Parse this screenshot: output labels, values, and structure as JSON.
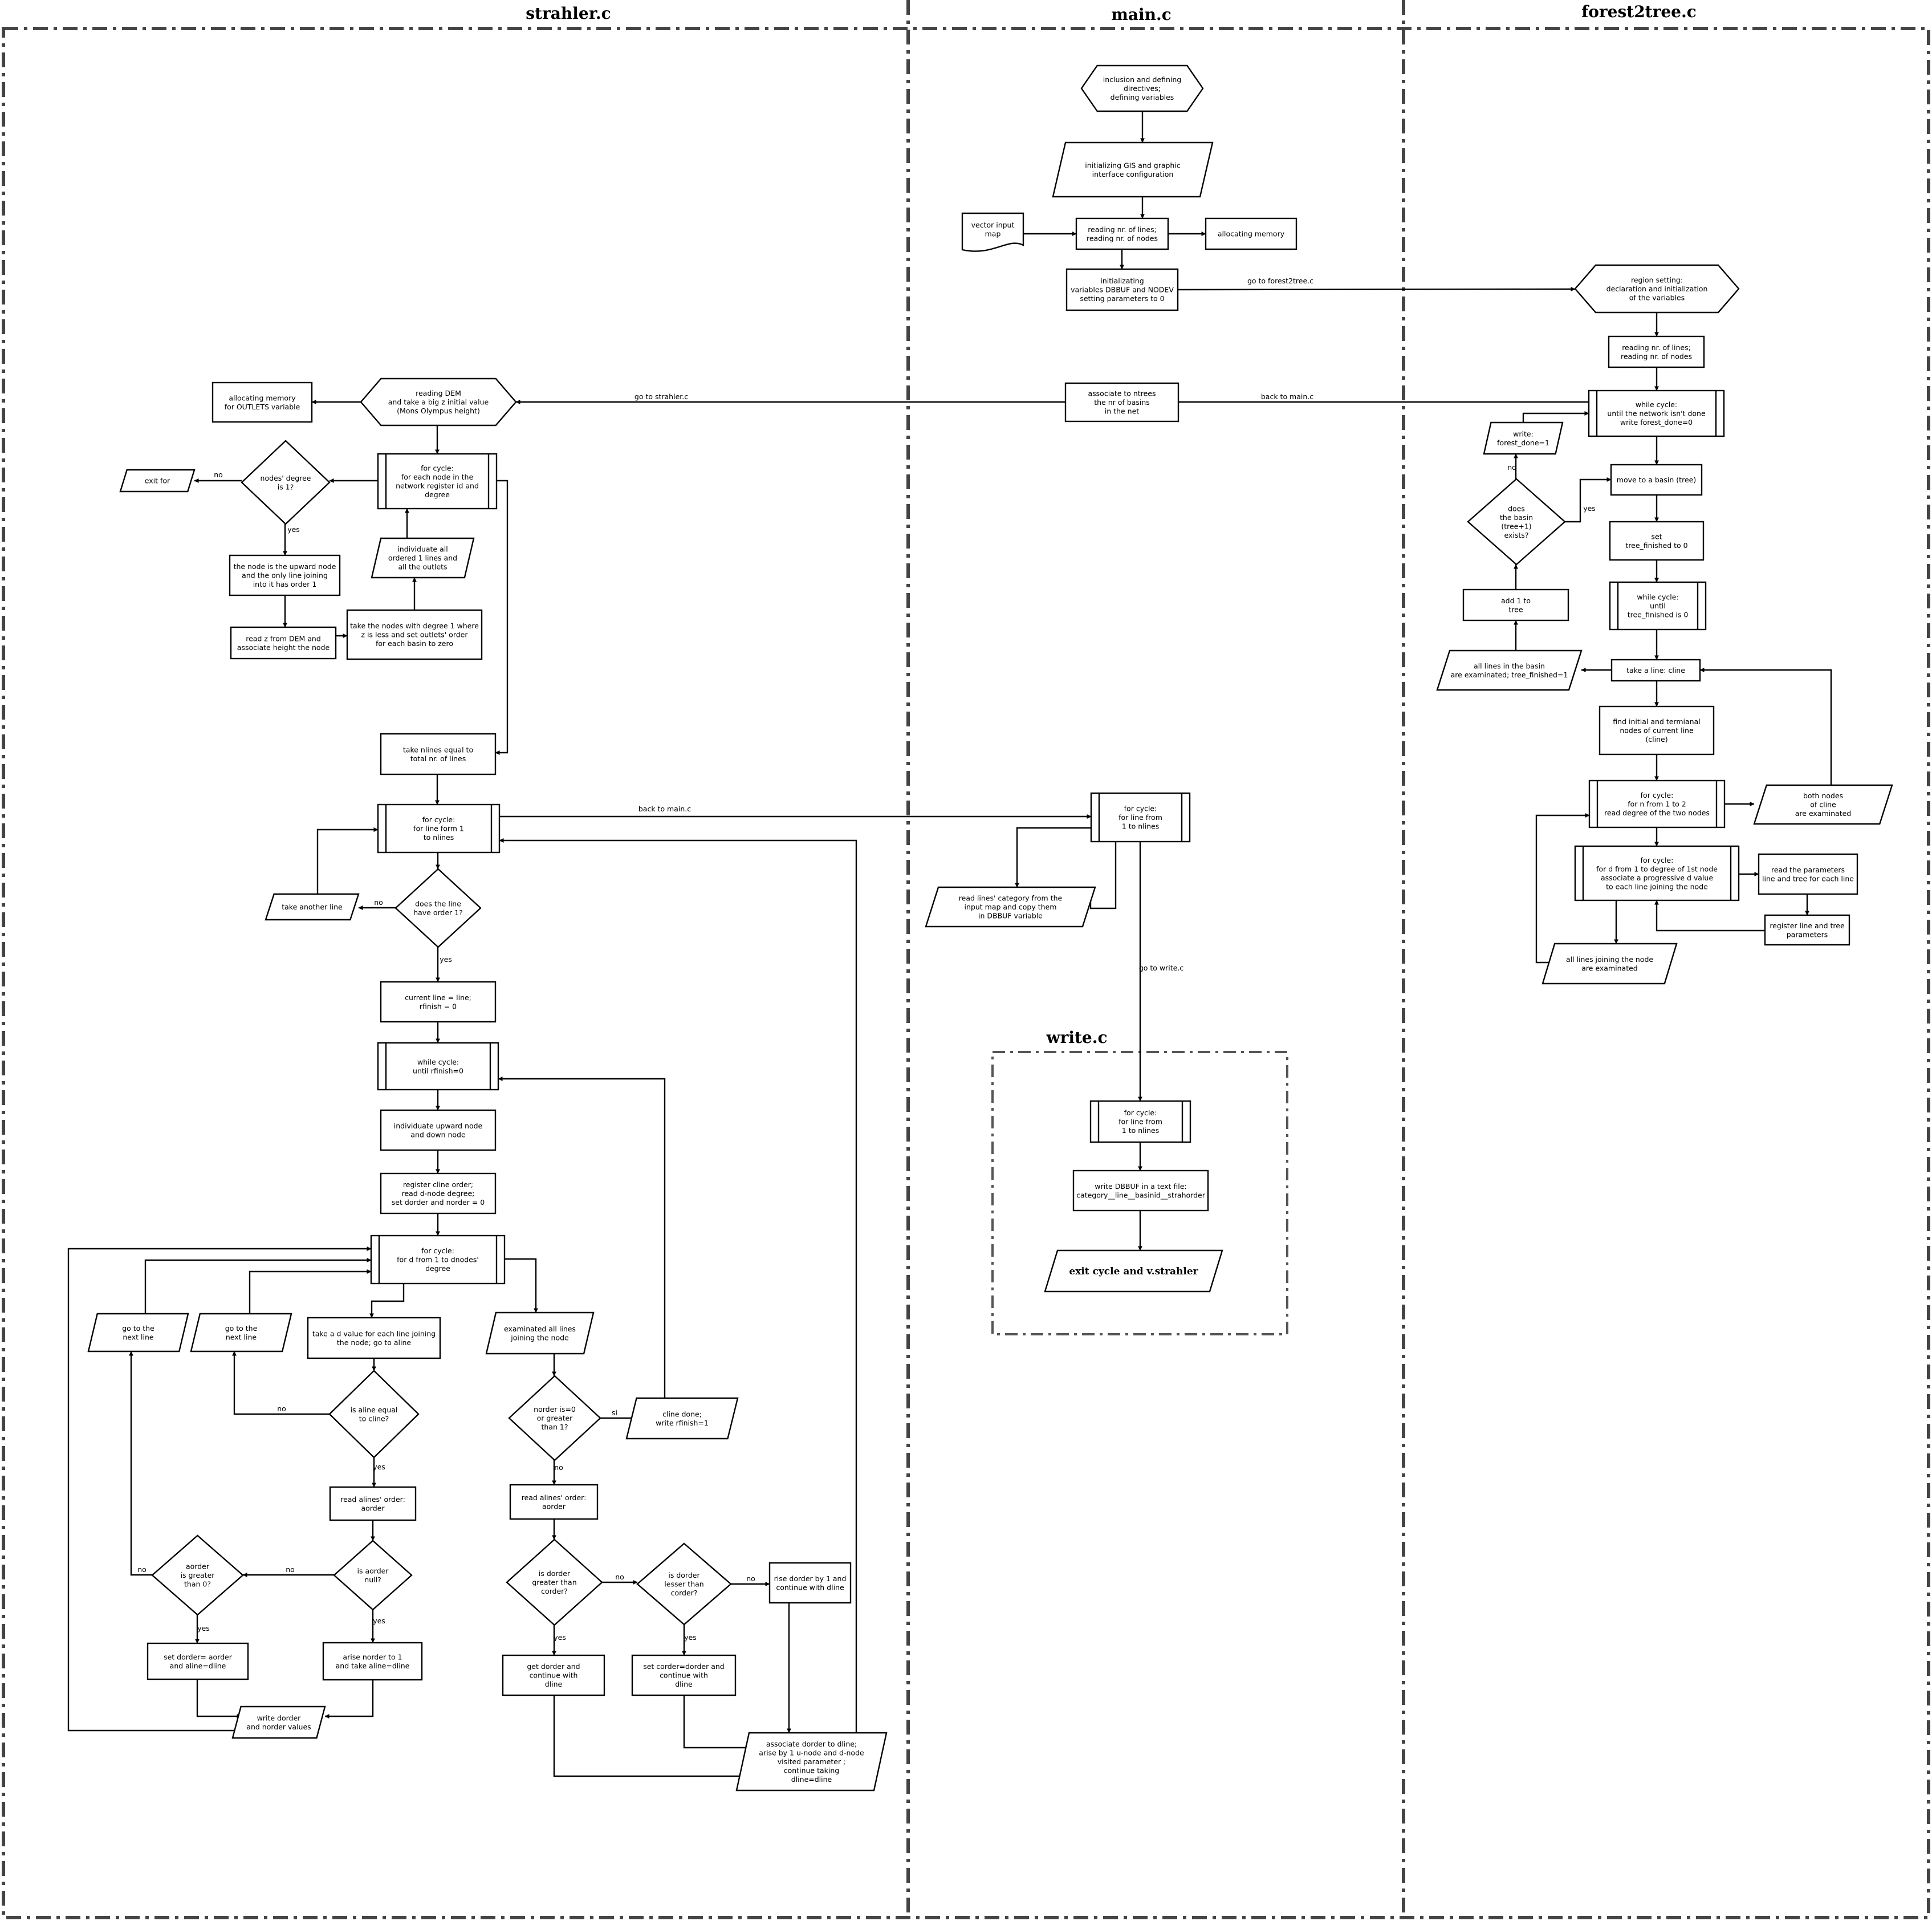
{
  "lanes": {
    "strahler_title": "strahler.c",
    "main_title": "main.c",
    "forest_title": "forest2tree.c",
    "write_title": "write.c"
  },
  "nodes": {
    "m1": [
      "inclusion and defining",
      "directives;",
      "defining variables"
    ],
    "m2": [
      "initializing GIS and graphic",
      "interface configuration"
    ],
    "m_vec": [
      "vector input",
      "map"
    ],
    "m3": [
      "reading nr. of lines;",
      "reading nr. of nodes"
    ],
    "m_alloc": [
      "allocating memory"
    ],
    "m4": [
      "initializating",
      "variables DBBUF and NODEV",
      "setting parameters to 0"
    ],
    "m5": [
      "associate to ntrees",
      "the nr of basins",
      "in the net"
    ],
    "m6": [
      "for cycle:",
      "for line from",
      "1 to nlines"
    ],
    "m7": [
      "read lines' category from the",
      "input map and copy them",
      "in DBBUF variable"
    ],
    "w1": [
      "for cycle:",
      "for line from",
      "1 to nlines"
    ],
    "w2": [
      "write DBBUF in a text file:",
      "category__line__basinid__strahorder"
    ],
    "w3": [
      "exit cycle and v.strahler"
    ],
    "f1": [
      "region setting:",
      "declaration and initialization",
      "of the variables"
    ],
    "f2": [
      "reading nr. of lines;",
      "reading nr. of nodes"
    ],
    "f3": [
      "while cycle:",
      "until the network isn't done",
      "write forest_done=0"
    ],
    "f_wfd": [
      "write:",
      "forest_done=1"
    ],
    "f4": [
      "move to a basin (tree)"
    ],
    "f_dec": [
      "does",
      "the basin",
      "(tree+1)",
      "exists?"
    ],
    "f5": [
      "set",
      "tree_finished to 0"
    ],
    "f_add": [
      "add 1 to",
      "tree"
    ],
    "f6": [
      "while cycle:",
      "until",
      "tree_finished is 0"
    ],
    "f_all": [
      "all lines in the basin",
      "are examinated; tree_finished=1"
    ],
    "f7": [
      "take a line: cline"
    ],
    "f8": [
      "find initial and termianal",
      "nodes of current line",
      "(cline)"
    ],
    "f9": [
      "for cycle:",
      "for n from 1 to 2",
      "read degree of the two nodes"
    ],
    "f_both": [
      "both nodes",
      "of cline",
      "are examinated"
    ],
    "f10": [
      "for cycle:",
      "for d from 1 to degree of 1st node",
      "associate a progressive d value",
      "to each line joining the node"
    ],
    "f_rp": [
      "read the parameters",
      "line and tree for each line"
    ],
    "f_reg": [
      "register line and tree",
      "parameters"
    ],
    "f_lj": [
      "all lines joining the node",
      "are examinated"
    ],
    "s1": [
      "reading DEM",
      "and take a big z initial value",
      "(Mons Olympus height)"
    ],
    "s_alloc": [
      "allocating memory",
      "for OUTLETS variable"
    ],
    "s2": [
      "for cycle:",
      "for each node in the",
      "network register id and",
      "degree"
    ],
    "s_dec1": [
      "nodes' degree",
      "is 1?"
    ],
    "s_exit": [
      "exit for"
    ],
    "s_up": [
      "the node is the upward node",
      "and the only line joining",
      "into it has order 1"
    ],
    "s_readz": [
      "read z from DEM and",
      "associate height the node"
    ],
    "s_take1": [
      "take the nodes with degree 1 where",
      "z is less and set outlets' order",
      "for each basin to zero"
    ],
    "s_ind": [
      "individuate all",
      "ordered 1 lines and",
      "all the outlets"
    ],
    "s3": [
      "take nlines equal to",
      "total nr. of lines"
    ],
    "s4": [
      "for cycle:",
      "for line form 1",
      "to nlines"
    ],
    "s_dec2": [
      "does the line",
      "have order 1?"
    ],
    "s_another": [
      "take another line"
    ],
    "s5": [
      "current line = line;",
      "rfinish = 0"
    ],
    "s6": [
      "while cycle:",
      "until rfinish=0"
    ],
    "s7": [
      "individuate upward node",
      "and down node"
    ],
    "s8": [
      "register cline order;",
      "read d-node degree;",
      "set dorder and norder = 0"
    ],
    "s9": [
      "for cycle:",
      "for d from 1 to dnodes'",
      "degree"
    ],
    "s_goa": [
      "go to the",
      "next line"
    ],
    "s_gob": [
      "go to the",
      "next line"
    ],
    "s10": [
      "take a d value for each line joining",
      "the node; go to aline"
    ],
    "s_exam": [
      "examinated all lines",
      "joining the node"
    ],
    "s_dec3": [
      "is aline equal",
      "to cline?"
    ],
    "s_dec4": [
      "norder is=0",
      "or greater",
      "than 1?"
    ],
    "s_cdone": [
      "cline done;",
      "write rfinish=1"
    ],
    "s11": [
      "read alines' order:",
      "aorder"
    ],
    "s12": [
      "read alines' order:",
      "aorder"
    ],
    "s_dec5": [
      "aorder",
      "is greater",
      "than 0?"
    ],
    "s_dec6": [
      "is aorder",
      "null?"
    ],
    "s_dec7": [
      "is dorder",
      "greater than",
      "corder?"
    ],
    "s_dec8": [
      "is dorder",
      "lesser than",
      "corder?"
    ],
    "s_rise": [
      "rise dorder by 1 and",
      "continue with dline"
    ],
    "s_setd": [
      "set dorder= aorder",
      "and aline=dline"
    ],
    "s_arise": [
      "arise norder to 1",
      "and take aline=dline"
    ],
    "s_getd": [
      "get dorder and",
      "continue with",
      "dline"
    ],
    "s_setc": [
      "set corder=dorder and",
      "continue with",
      "dline"
    ],
    "s_wdo": [
      "write dorder",
      "and norder values"
    ],
    "s_assoc": [
      "associate dorder to dline;",
      "arise by 1 u-node and d-node",
      "visited parameter ;",
      "continue taking",
      "dline=dline"
    ]
  },
  "edge_labels": {
    "go_forest": "go to forest2tree.c",
    "back_main1": "back to main.c",
    "go_strahler": "go to strahler.c",
    "back_main2": "back to main.c",
    "go_write": "go to write.c",
    "no": "no",
    "yes": "yes",
    "si": "si"
  }
}
